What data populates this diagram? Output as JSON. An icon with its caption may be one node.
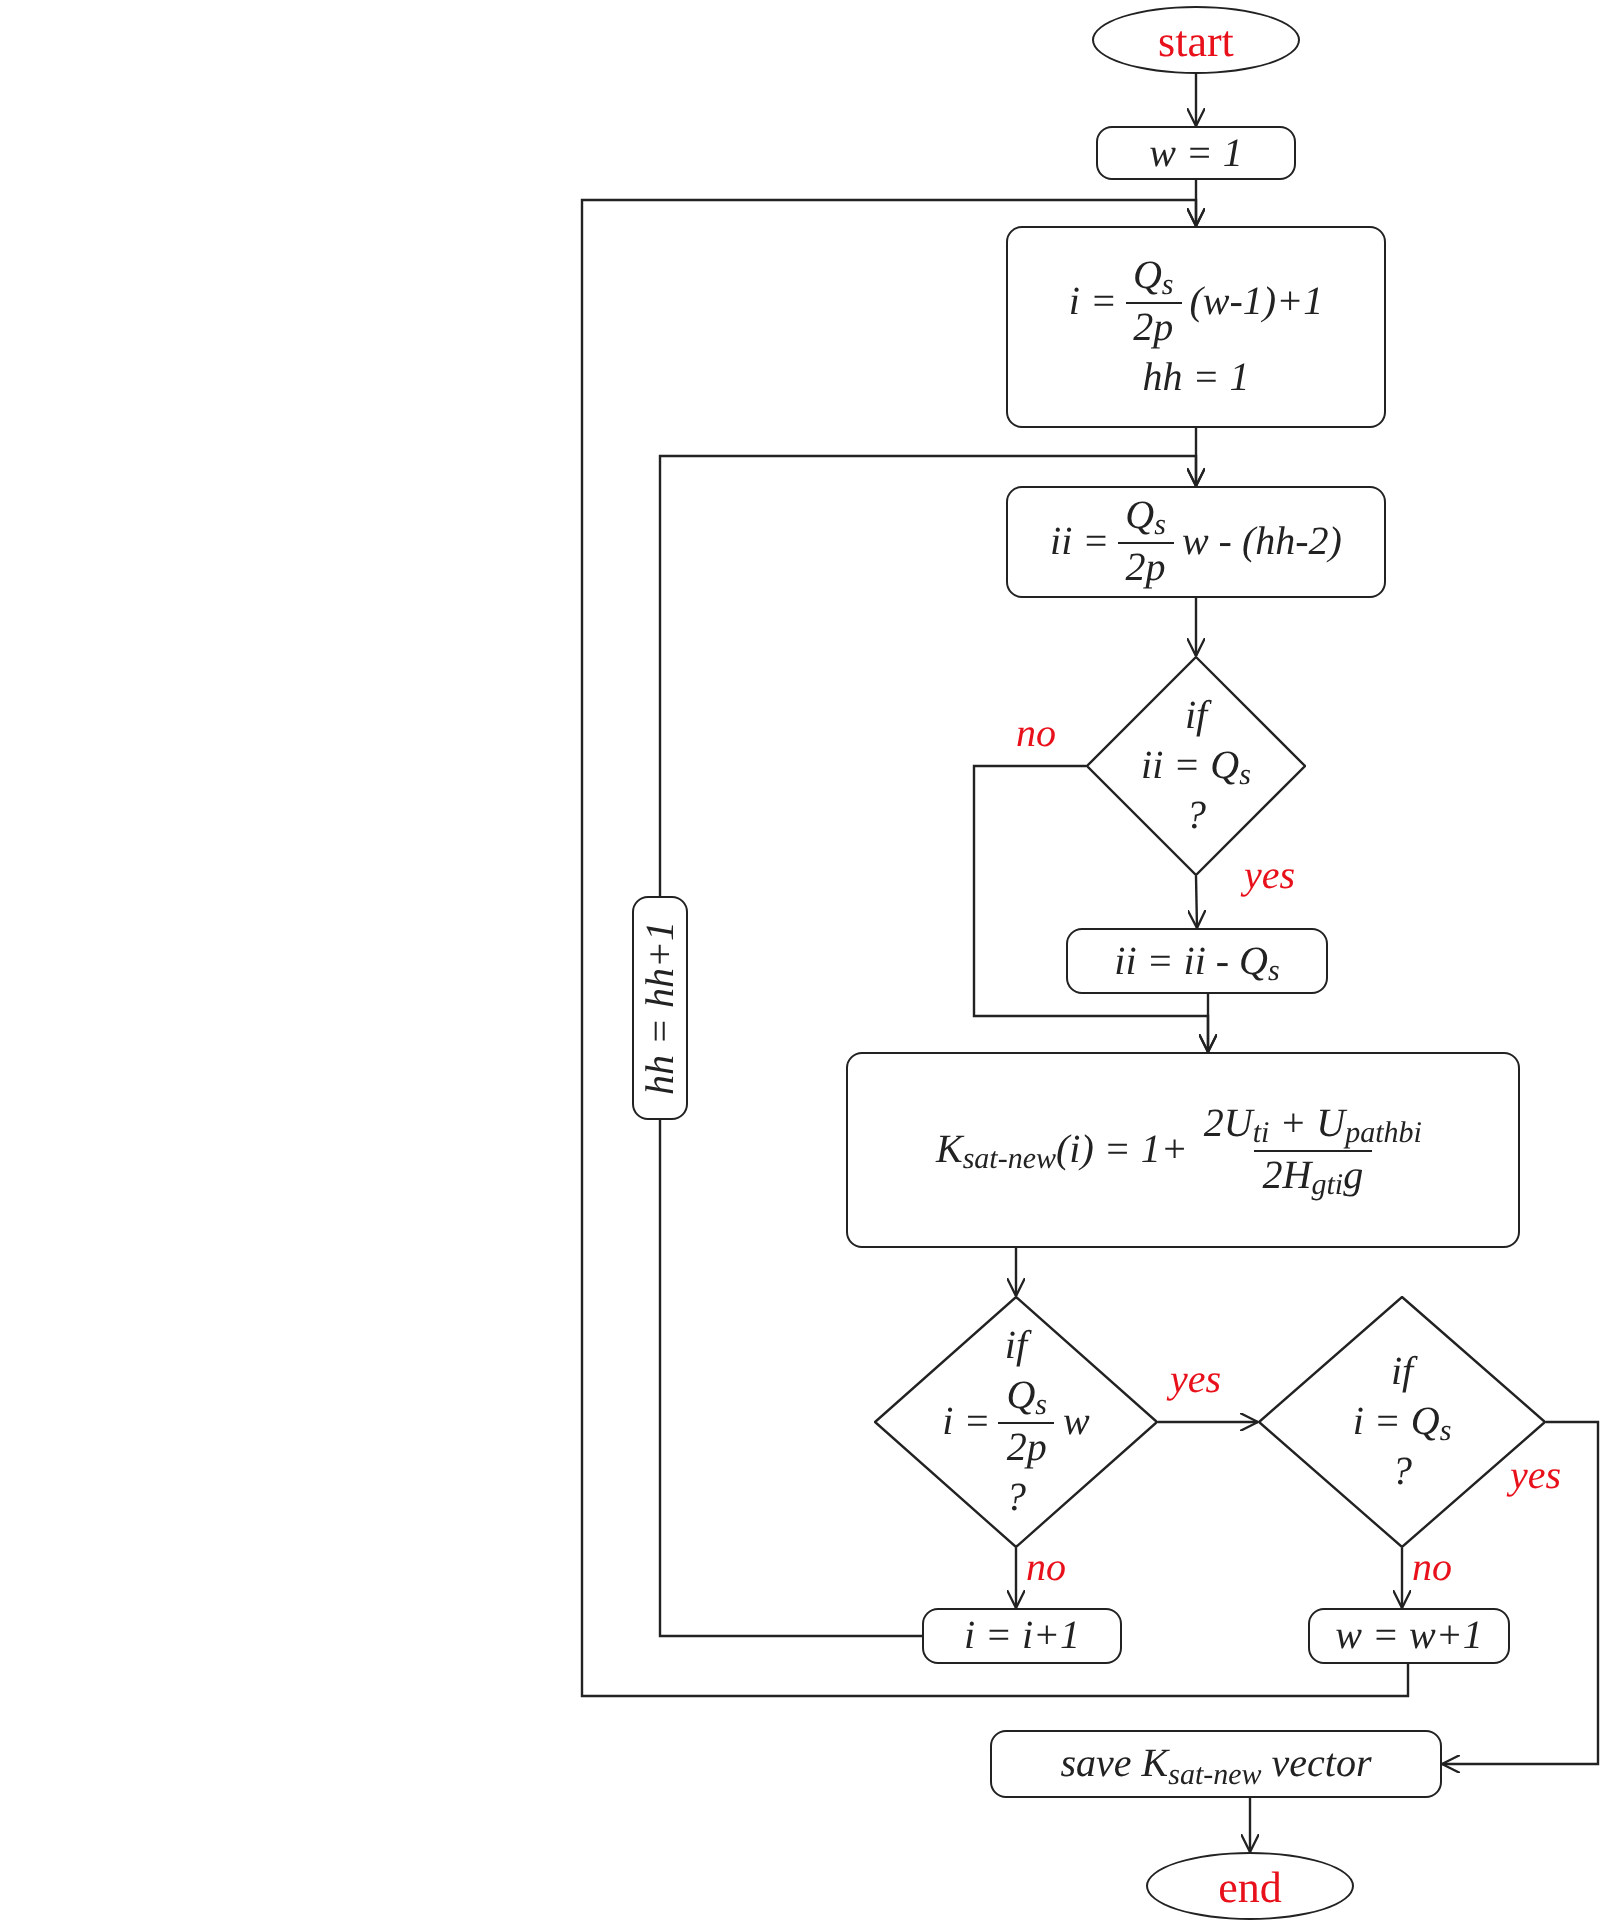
{
  "diagram": {
    "nodes": [
      {
        "text": [
          "start"
        ]
      },
      {
        "text": [
          "w = 1"
        ]
      },
      {
        "text": [
          "i =",
          "Q$_{s}$",
          "2p",
          "(w-1)+1",
          "hh = 1"
        ]
      },
      {
        "text": [
          "ii =",
          "Q$_{s}$",
          "2p",
          "w - (hh-2)"
        ]
      },
      {
        "text": [
          "if",
          "ii = Q$_{s}$",
          "?"
        ]
      },
      {
        "text": [
          "ii = ii - Q$_{s}$"
        ]
      },
      {
        "text": [
          "K$_{sat-new}$(i) = 1+",
          "2U$_{ti}$ + U$_{pathbi}$",
          "2H$_{gti}$g"
        ]
      },
      {
        "text": [
          "if",
          "i =",
          "Q$_{s}$",
          "2p",
          "w",
          "?"
        ]
      },
      {
        "text": [
          "if",
          "i = Q$_{s}$",
          "?"
        ]
      },
      {
        "text": [
          "i = i+1"
        ]
      },
      {
        "text": [
          "w = w+1"
        ]
      },
      {
        "text": [
          "hh = hh+1"
        ]
      },
      {
        "text": [
          "save K$_{sat-new}$ vector"
        ]
      },
      {
        "text": [
          "end"
        ]
      }
    ],
    "edges": [
      {
        "from": 0,
        "to": 1,
        "arrow": "to"
      },
      {
        "from": 1,
        "to": 2,
        "arrow": "to"
      },
      {
        "from": 10,
        "to": 2,
        "arrow": "to"
      },
      {
        "from": 2,
        "to": 3,
        "arrow": "to"
      },
      {
        "from": 9,
        "to": 11,
        "arrow": "none"
      },
      {
        "from": 11,
        "to": 3,
        "arrow": "to"
      },
      {
        "from": 3,
        "to": 4,
        "arrow": "to"
      },
      {
        "from": 4,
        "to": 5,
        "arrow": "to",
        "label": "yes"
      },
      {
        "from": 4,
        "to": 6,
        "arrow": "to",
        "label": "no"
      },
      {
        "from": 5,
        "to": 6,
        "arrow": "to"
      },
      {
        "from": 6,
        "to": 7,
        "arrow": "to"
      },
      {
        "from": 7,
        "to": 8,
        "arrow": "to",
        "label": "yes"
      },
      {
        "from": 7,
        "to": 9,
        "arrow": "to",
        "label": "no"
      },
      {
        "from": 8,
        "to": 10,
        "arrow": "to",
        "label": "no"
      },
      {
        "from": 8,
        "to": 12,
        "arrow": "to",
        "label": "yes"
      },
      {
        "from": 12,
        "to": 13,
        "arrow": "to"
      }
    ]
  }
}
